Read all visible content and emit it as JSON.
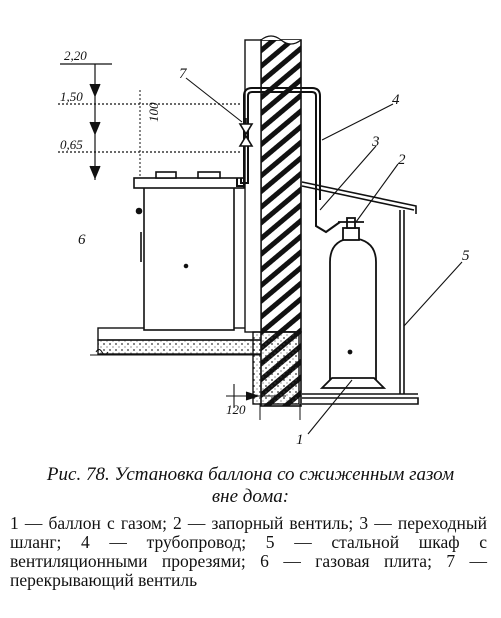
{
  "dimensions": {
    "level_top": "2,20",
    "level_mid": "1,50",
    "level_low": "0,65",
    "vertical": "100",
    "wall_offset": "120"
  },
  "callouts": {
    "c1": "1",
    "c2": "2",
    "c3": "3",
    "c4": "4",
    "c5": "5",
    "c6": "6",
    "c7": "7"
  },
  "caption": {
    "title_line1": "Рис. 78. Установка баллона со сжиженным газом",
    "title_line2": "вне дома:",
    "legend": "1 — баллон с газом; 2 — запорный вентиль; 3 — переходный шланг; 4 — трубопровод; 5 — стальной шкаф с вентиляционными прорезями; 6 — газовая плита; 7 — перекрывающий вентиль"
  }
}
